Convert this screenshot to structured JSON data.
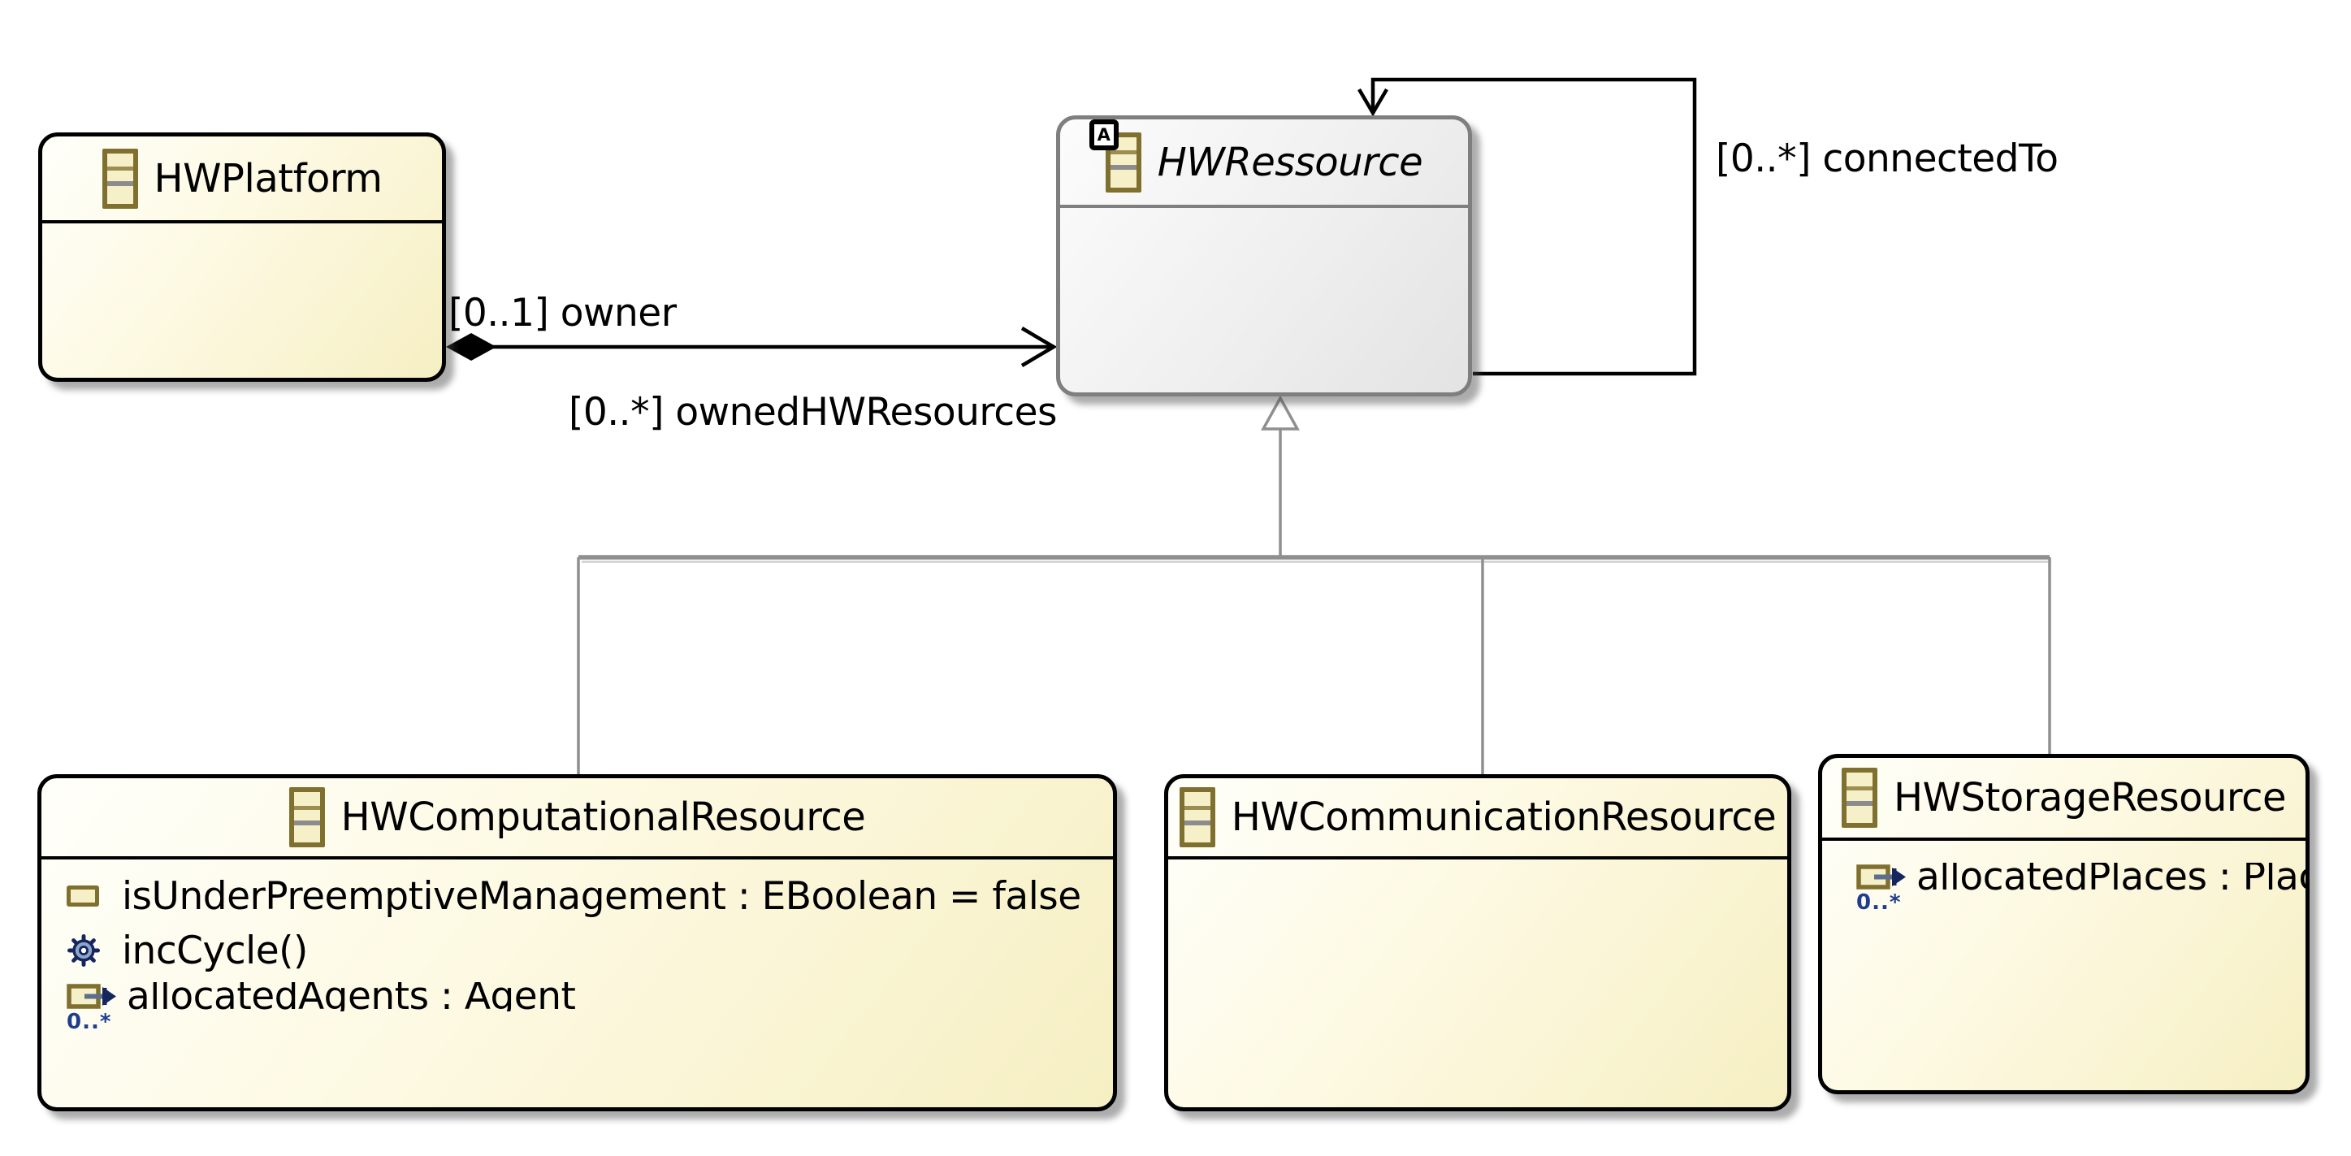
{
  "classes": {
    "hw_platform": {
      "name": "HWPlatform"
    },
    "hw_ressource": {
      "name": "HWRessource",
      "abstract_badge": "A"
    },
    "hw_computational_resource": {
      "name": "HWComputationalResource",
      "attribute": "isUnderPreemptiveManagement : EBoolean = false",
      "operation": "incCycle()",
      "reference": "allocatedAgents : Agent",
      "reference_multiplicity": "0..*"
    },
    "hw_communication_resource": {
      "name": "HWCommunicationResource"
    },
    "hw_storage_resource": {
      "name": "HWStorageResource",
      "reference": "allocatedPlaces : Place",
      "reference_multiplicity": "0..*"
    }
  },
  "edges": {
    "owner_association": {
      "source_label": "[0..1] owner",
      "target_label": "[0..*] ownedHWResources"
    },
    "connected_to_association": {
      "label": "[0..*] connectedTo"
    }
  },
  "colors": {
    "class_fill": "#f6efc3",
    "class_border": "#000000",
    "abstract_fill": "#e3e3e3",
    "abstract_border": "#7f7f7f",
    "generalization_line": "#8f8f8f",
    "association_line": "#000000",
    "icon_border": "#80702f",
    "icon_fill": "#f6f0c8",
    "operation_icon_body": "#8ca6c6",
    "operation_icon_outline": "#15265e",
    "multiplicity_text": "#1e3d8c"
  }
}
